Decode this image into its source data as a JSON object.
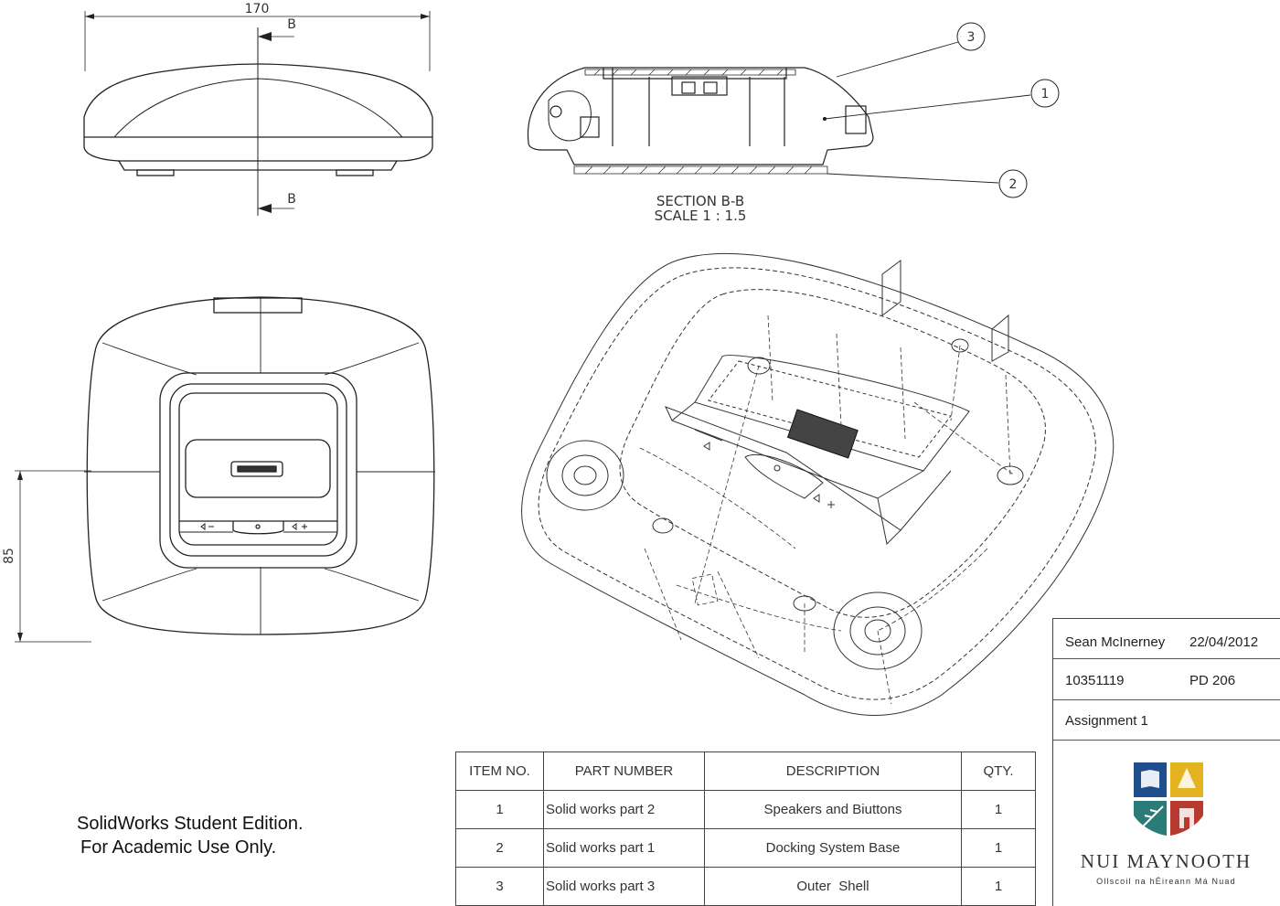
{
  "drawing": {
    "dim_width": "170",
    "dim_height": "85",
    "section_marker": "B",
    "section_title": "SECTION B-B",
    "section_scale": "SCALE 1 : 1.5",
    "balloons": [
      "3",
      "1",
      "2"
    ]
  },
  "title_block": {
    "author": "Sean McInerney",
    "date": "22/04/2012",
    "student_id": "10351119",
    "course": "PD 206",
    "assignment": "Assignment 1"
  },
  "bom": {
    "headers": [
      "ITEM NO.",
      "PART NUMBER",
      "DESCRIPTION",
      "QTY."
    ],
    "rows": [
      {
        "item": "1",
        "part": "Solid works part 2",
        "desc": "Speakers and Biuttons",
        "qty": "1"
      },
      {
        "item": "2",
        "part": "Solid works part 1",
        "desc": "Docking System Base",
        "qty": "1"
      },
      {
        "item": "3",
        "part": "Solid works part 3",
        "desc": "Outer  Shell",
        "qty": "1"
      }
    ]
  },
  "watermark": {
    "line1": "SolidWorks Student Edition.",
    "line2": "For Academic Use Only."
  },
  "logo": {
    "name": "NUI MAYNOOTH",
    "subtitle": "Ollscoil na hÉireann Má Nuad",
    "colors": [
      "#1f4e8c",
      "#e3b321",
      "#2a7c78",
      "#b63a2f"
    ]
  }
}
